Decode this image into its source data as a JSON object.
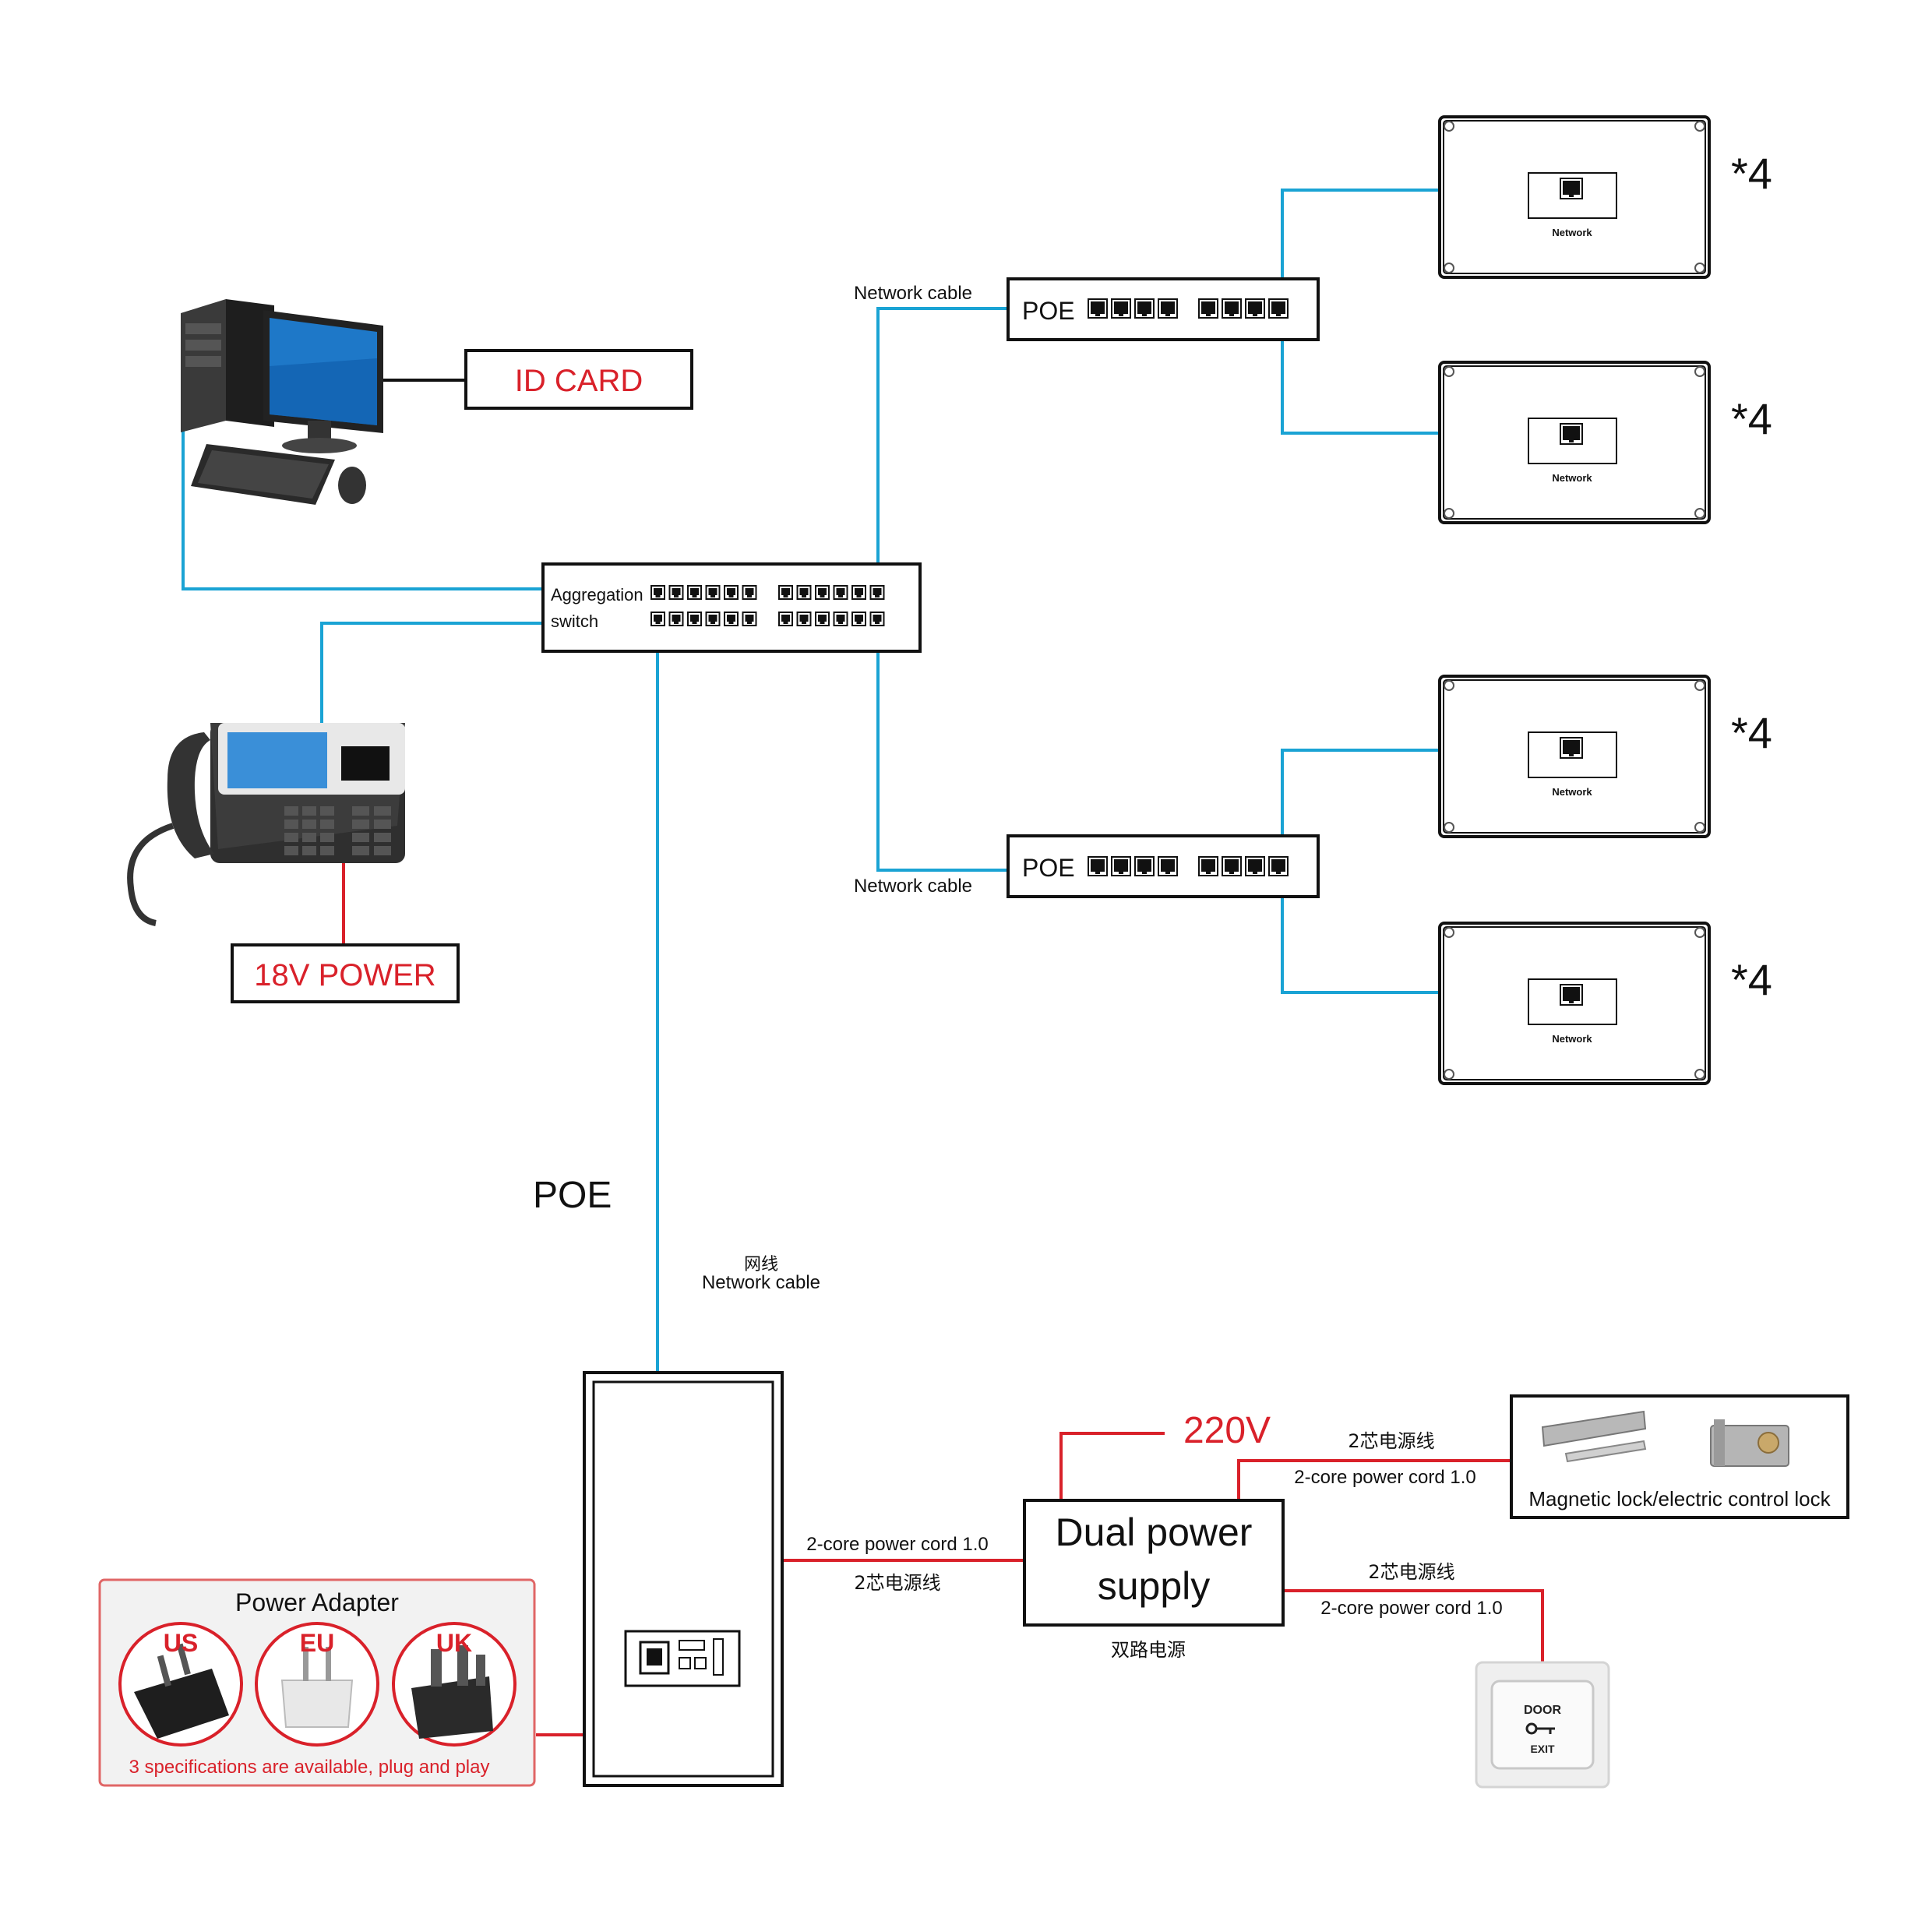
{
  "colors": {
    "network_cable": "#1aa3d4",
    "power_cable": "#d9212a",
    "red_text": "#d9212a",
    "box_border": "#111111",
    "adapter_border": "#e06666"
  },
  "computer": {
    "icon": "desktop-computer-icon",
    "label_box": "ID CARD"
  },
  "phone": {
    "icon": "desk-phone-icon",
    "power_box": "18V POWER"
  },
  "aggregation_switch": {
    "line1": "Aggregation",
    "line2": "switch"
  },
  "poe_switches": [
    {
      "label": "POE",
      "cable_label": "Network cable"
    },
    {
      "label": "POE",
      "cable_label": "Network cable"
    }
  ],
  "monitors": [
    {
      "port_label": "Network",
      "qty": "*4"
    },
    {
      "port_label": "Network",
      "qty": "*4"
    },
    {
      "port_label": "Network",
      "qty": "*4"
    },
    {
      "port_label": "Network",
      "qty": "*4"
    }
  ],
  "poe_big_label": "POE",
  "door_station_cable": {
    "cn": "网线",
    "en": "Network cable"
  },
  "cord_to_supply": {
    "en": "2-core power cord 1.0",
    "cn": "2芯电源线"
  },
  "power_supply": {
    "line1": "Dual power",
    "line2": "supply",
    "cn": "双路电源",
    "input": "220V"
  },
  "lock_cord": {
    "cn": "2芯电源线",
    "en": "2-core power cord 1.0"
  },
  "lock_box": {
    "label": "Magnetic lock/electric control lock"
  },
  "exit_cord": {
    "cn": "2芯电源线",
    "en": "2-core power cord 1.0"
  },
  "exit_button": {
    "top": "DOOR",
    "bottom": "EXIT",
    "icon": "key-icon"
  },
  "adapter": {
    "title": "Power Adapter",
    "plugs": [
      "US",
      "EU",
      "UK"
    ],
    "note": "3 specifications are available, plug and play"
  }
}
